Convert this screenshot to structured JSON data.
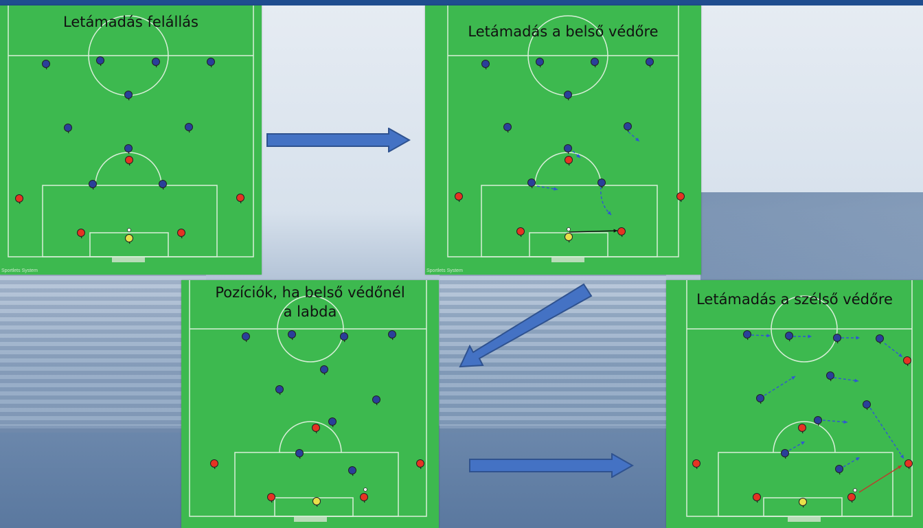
{
  "panels": [
    {
      "id": "panel-1",
      "title": "Letámadás felállás",
      "watermark": "Sportlets System"
    },
    {
      "id": "panel-2",
      "title": "Letámadás a belső védőre",
      "watermark": "Sportlets System"
    },
    {
      "id": "panel-3",
      "title": "Pozíciók, ha belső védőnél a labda"
    },
    {
      "id": "panel-4",
      "title": "Letámadás a szélső védőre"
    }
  ],
  "colors": {
    "pitch": "#3db94f",
    "line": "#d9efd9",
    "blue_player": "#2a3f9a",
    "red_player": "#e53323",
    "goalkeeper": "#e8e04a",
    "run_arrow": "#2f55d4",
    "pass_arrow_black": "#111111",
    "pass_arrow_red": "#c0392b",
    "big_arrow_fill": "#4472c4",
    "big_arrow_stroke": "#2f528f",
    "topbar": "#1f4d8f"
  },
  "icons": [
    "big-flow-arrow",
    "player-marker",
    "ball-icon"
  ]
}
